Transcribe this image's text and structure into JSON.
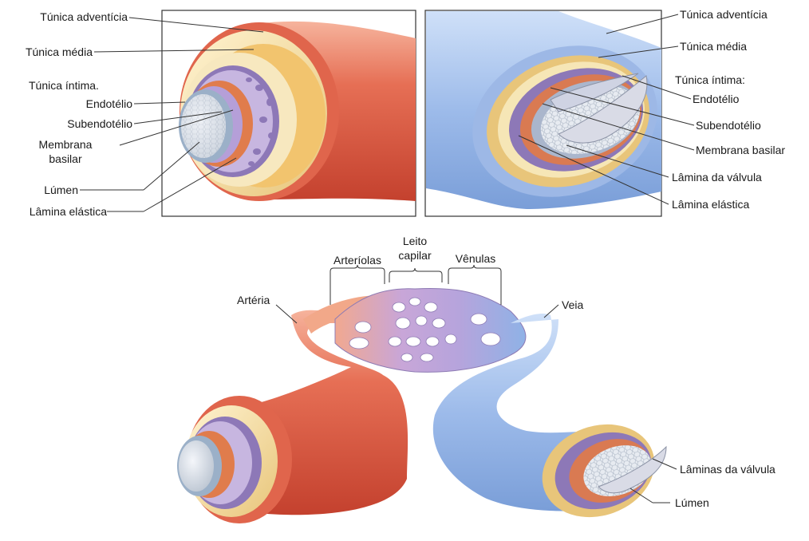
{
  "artery_labels": {
    "adventitia": "Túnica adventícia",
    "media": "Túnica média",
    "intima": "Túnica íntima.",
    "endothelium": "Endotélio",
    "subendothelium": "Subendotélio",
    "basement_line1": "Membrana",
    "basement_line2": "basilar",
    "lumen": "Lúmen",
    "elastic": "Lâmina elástica"
  },
  "vein_labels": {
    "adventitia": "Túnica adventícia",
    "media": "Túnica média",
    "intima": "Túnica íntima:",
    "endothelium": "Endotélio",
    "subendothelium": "Subendotélio",
    "basement": "Membrana basilar",
    "valve": "Lâmina da válvula",
    "elastic": "Lâmina elástica"
  },
  "circulation_labels": {
    "arterioles": "Arteríolas",
    "capillary_line1": "Leito",
    "capillary_line2": "capilar",
    "venules": "Vênulas",
    "artery": "Artéria",
    "vein": "Veia",
    "valve_laminae": "Lâminas da válvula",
    "lumen": "Lúmen"
  },
  "colors": {
    "artery_red": "#d9533f",
    "vein_blue": "#8fb2e6",
    "capillary_purple": "#b8a3d6",
    "media_cream": "#f3dfa3",
    "intima_purple": "#9d86c4"
  }
}
